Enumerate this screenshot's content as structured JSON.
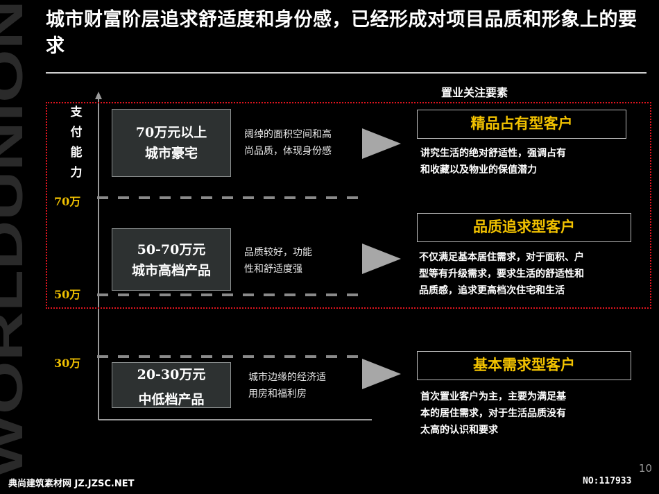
{
  "watermark": "WORLDUNION",
  "title": "城市财富阶层追求舒适度和身份感，已经形成对项目品质和形象上的要求",
  "focus_header": "置业关注要素",
  "y_axis_label": [
    "支",
    "付",
    "能",
    "力"
  ],
  "ticks": [
    "70万",
    "50万",
    "30万"
  ],
  "products": [
    {
      "line1": "70万元以上",
      "line2": "城市豪宅",
      "desc": [
        "阔绰的面积空间和高",
        "尚品质，体现身份感"
      ]
    },
    {
      "line1": "50-70万元",
      "line2": "城市高档产品",
      "desc": [
        "品质较好，功能",
        "性和舒适度强"
      ]
    },
    {
      "line1": "20-30万元",
      "line2": "中低档产品",
      "desc": [
        "城市边缘的经济适",
        "用房和福利房"
      ]
    }
  ],
  "customers": [
    {
      "name": "精品占有型客户",
      "desc": [
        "讲究生活的绝对舒适性，强调占有",
        "和收藏以及物业的保值潜力"
      ]
    },
    {
      "name": "品质追求型客户",
      "desc": [
        "不仅满足基本居住需求，对于面积、户",
        "型等有升级需求，要求生活的舒适性和",
        "品质感，追求更高档次住宅和生活"
      ]
    },
    {
      "name": "基本需求型客户",
      "desc": [
        "首次置业客户为主，主要为满足基",
        "本的居住需求，对于生活品质没有",
        "太高的认识和要求"
      ]
    }
  ],
  "page_number": "10",
  "footer_left": "典尚建筑素材网 JZ.JZSC.NET",
  "footer_right": "NO:117933",
  "colors": {
    "highlight_box": "#e0141e",
    "tick_text": "#f2c200",
    "customer_title": "#f2c200",
    "product_box": "#2d3131"
  }
}
